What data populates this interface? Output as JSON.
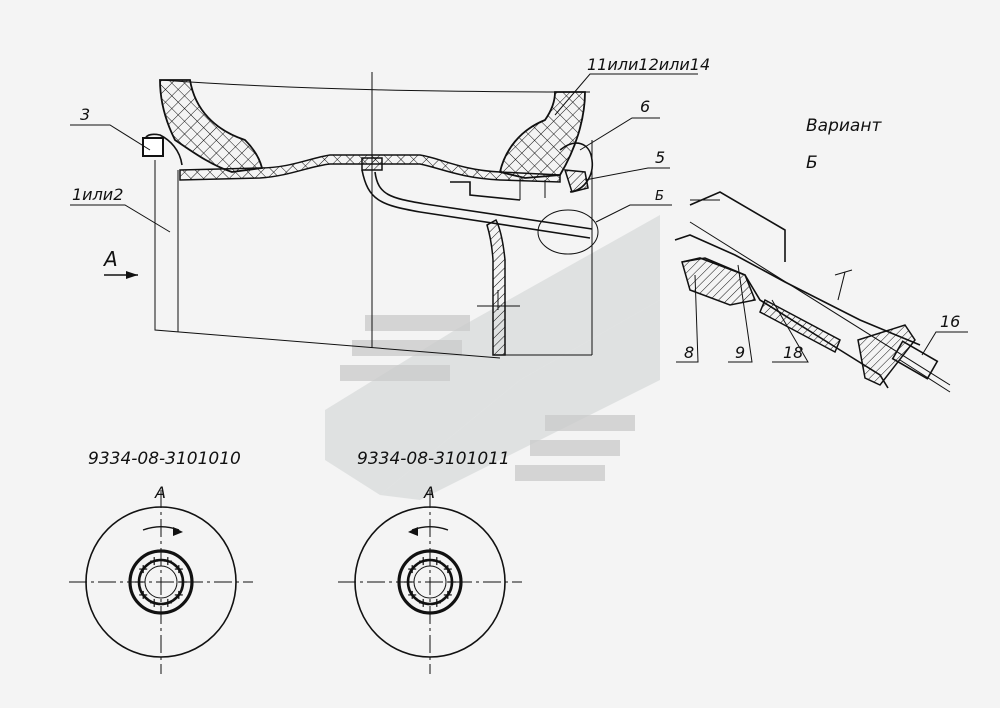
{
  "callouts": {
    "c3": "3",
    "c1or2": "1или2",
    "c11": "11или12или14",
    "c6": "6",
    "c5": "5",
    "cB": "Б",
    "cA": "А"
  },
  "variant": {
    "title": "Вариант",
    "letter": "Б",
    "c8": "8",
    "c9": "9",
    "c18": "18",
    "c16": "16"
  },
  "views": [
    {
      "part_number": "9334-08-3101010",
      "view_letter": "А"
    },
    {
      "part_number": "9334-08-3101011",
      "view_letter": "А"
    }
  ],
  "colors": {
    "line": "#111111",
    "background": "#f4f4f4",
    "watermark": "#c9c9c9"
  }
}
